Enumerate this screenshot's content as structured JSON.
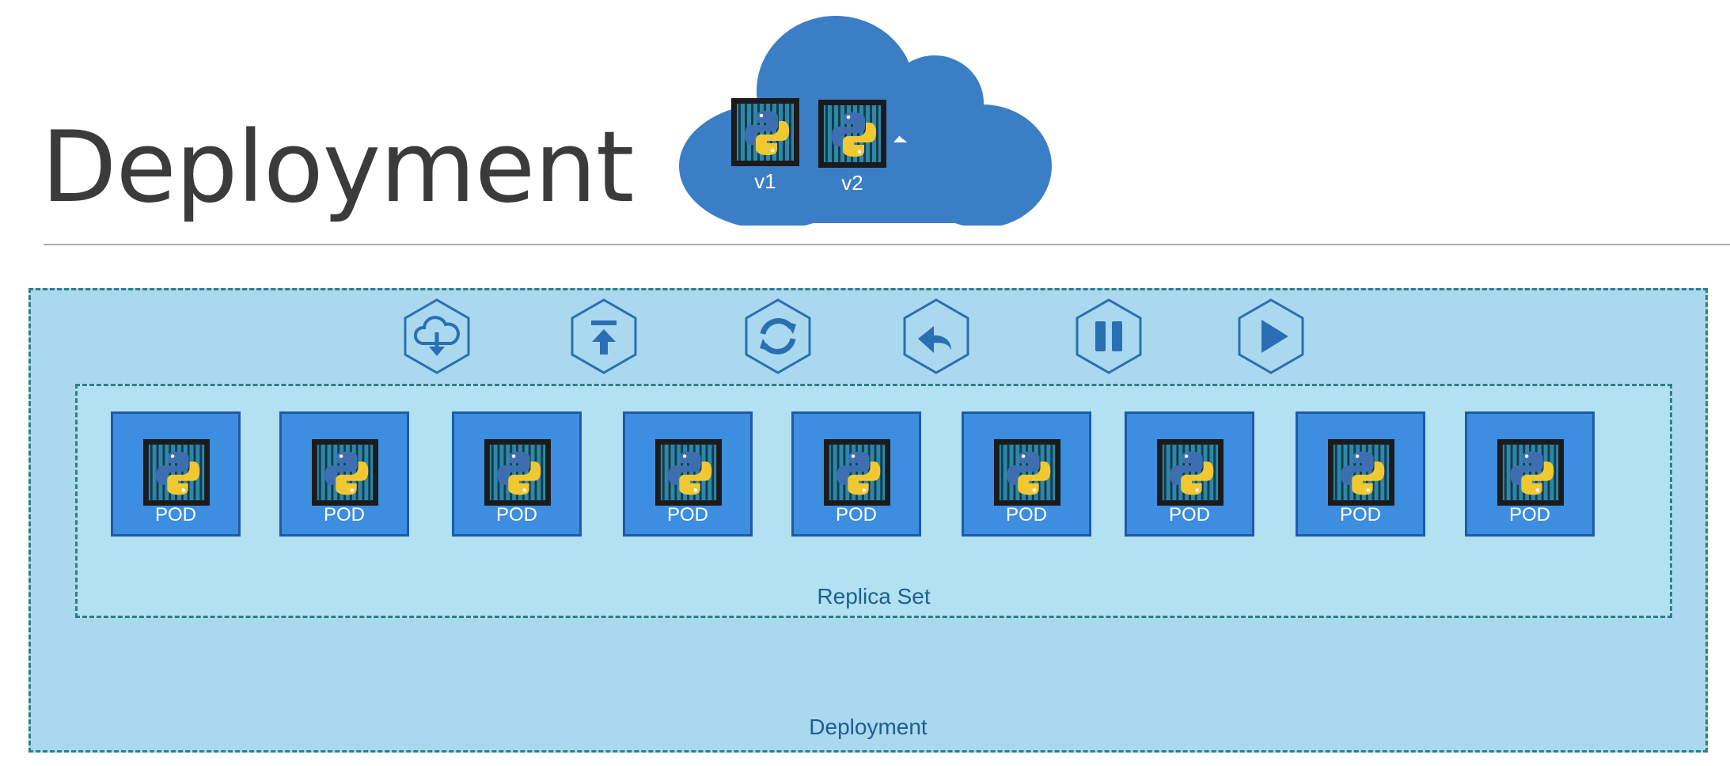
{
  "page": {
    "title": "Deployment"
  },
  "cloud": {
    "images": [
      {
        "label": "v1",
        "icon": "python-container-icon"
      },
      {
        "label": "v2",
        "icon": "python-container-icon"
      }
    ]
  },
  "actions": [
    {
      "name": "cloud-download-icon"
    },
    {
      "name": "upload-icon"
    },
    {
      "name": "sync-icon"
    },
    {
      "name": "undo-icon"
    },
    {
      "name": "pause-icon"
    },
    {
      "name": "play-icon"
    }
  ],
  "replica_set": {
    "label": "Replica Set",
    "pods": [
      {
        "label": "POD"
      },
      {
        "label": "POD"
      },
      {
        "label": "POD"
      },
      {
        "label": "POD"
      },
      {
        "label": "POD"
      },
      {
        "label": "POD"
      },
      {
        "label": "POD"
      },
      {
        "label": "POD"
      },
      {
        "label": "POD"
      }
    ]
  },
  "deployment": {
    "label": "Deployment"
  },
  "colors": {
    "cloud": "#3a7ec6",
    "deployment_bg": "#aad8ee",
    "replica_bg": "#b2e1f1",
    "pod": "#3d8de0",
    "dash": "#2e7f87",
    "label_text": "#1e5f8f"
  }
}
